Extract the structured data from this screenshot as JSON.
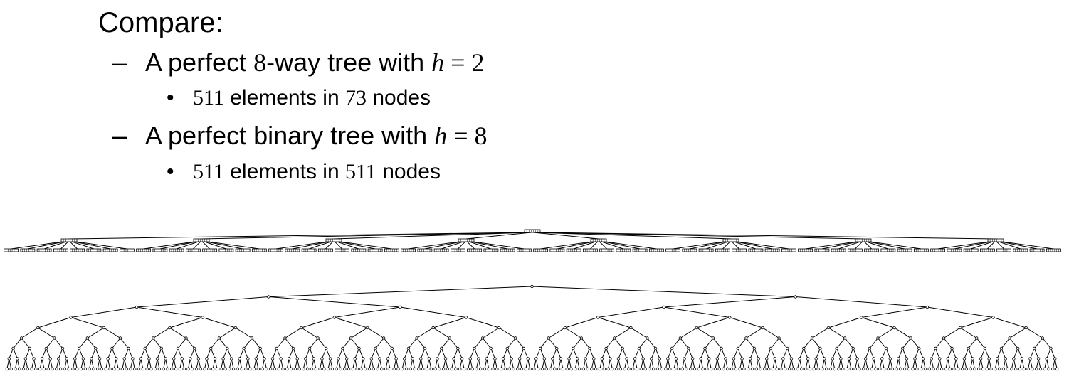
{
  "slide": {
    "heading": "Compare:",
    "items": [
      {
        "dash": "–",
        "text_before": "A perfect ",
        "k": "8",
        "text_mid": "-way tree with ",
        "var": "h",
        "eq": " = ",
        "height": "2",
        "sub": {
          "dot": "•",
          "elements": "511",
          "text_a": " elements in ",
          "nodes": "73",
          "text_b": " nodes"
        }
      },
      {
        "dash": "–",
        "text_before": "A perfect binary tree with ",
        "var": "h",
        "eq": " = ",
        "height": "8",
        "sub": {
          "dot": "•",
          "elements": "511",
          "text_a": " elements in ",
          "nodes": "511",
          "text_b": " nodes"
        }
      }
    ]
  },
  "diagram": {
    "eight_way_tree": {
      "branching": 8,
      "height": 2,
      "keys_per_node": 7
    },
    "binary_tree": {
      "branching": 2,
      "height": 8
    },
    "colors": {
      "stroke": "#000000",
      "fill": "#ffffff"
    }
  }
}
